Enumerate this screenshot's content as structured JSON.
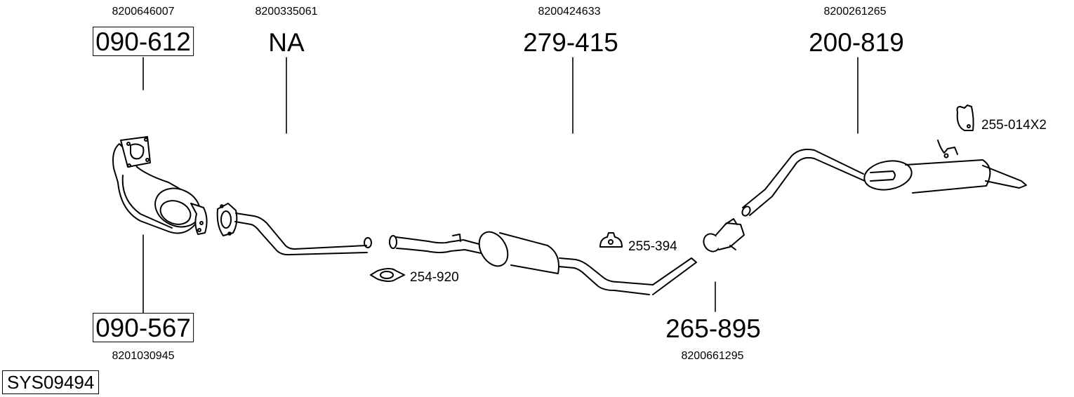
{
  "diagram": {
    "system_code": "SYS09494",
    "parts": [
      {
        "id": "catalytic-converter",
        "part_number": "090-612",
        "oe_number": "8200646007",
        "boxed": true
      },
      {
        "id": "front-pipe",
        "part_number": "NA",
        "oe_number": "8200335061",
        "boxed": false
      },
      {
        "id": "middle-silencer",
        "part_number": "279-415",
        "oe_number": "8200424633",
        "boxed": false
      },
      {
        "id": "rear-silencer",
        "part_number": "200-819",
        "oe_number": "8200261265",
        "boxed": false
      },
      {
        "id": "catalytic-converter-2",
        "part_number": "090-567",
        "oe_number": "8201030945",
        "boxed": true
      },
      {
        "id": "connector-sleeve",
        "part_number": "265-895",
        "oe_number": "8200661295",
        "boxed": false
      }
    ],
    "accessories": [
      {
        "id": "rubber-mount-rear",
        "label": "255-014X2"
      },
      {
        "id": "rubber-mount-middle",
        "label": "255-394"
      },
      {
        "id": "pipe-clamp",
        "label": "254-920"
      }
    ]
  }
}
